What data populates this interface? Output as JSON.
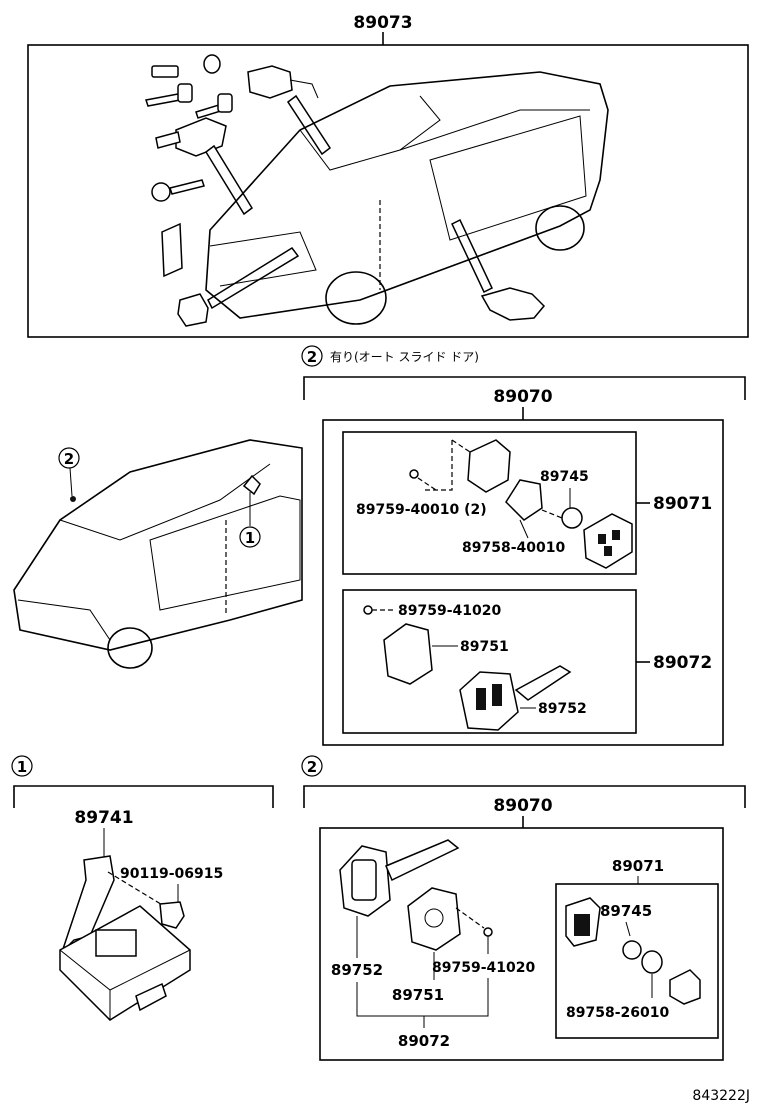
{
  "top": {
    "label": "89073"
  },
  "variant2_header": {
    "marker": "2",
    "note": "有り(オート スライド ドア)"
  },
  "variant2": {
    "assembly": "89070",
    "sub_box_1": {
      "label": "89071",
      "items": {
        "screw": "89759-40010 (2)",
        "battery": "89745",
        "gasket": "89758-40010"
      }
    },
    "sub_box_2": {
      "label": "89072",
      "items": {
        "screw": "89759-41020",
        "cover": "89751",
        "key": "89752"
      }
    }
  },
  "vehicle_markers": {
    "m1": "1",
    "m2": "2"
  },
  "section1": {
    "marker": "1",
    "part": "89741",
    "bolt": "90119-06915"
  },
  "section2": {
    "marker": "2",
    "assembly": "89070",
    "key": "89752",
    "cover": "89751",
    "screw": "89759-41020",
    "group": "89072",
    "sub_box": {
      "label": "89071",
      "battery": "89745",
      "gasket": "89758-26010"
    }
  },
  "footer": {
    "code": "843222J"
  }
}
